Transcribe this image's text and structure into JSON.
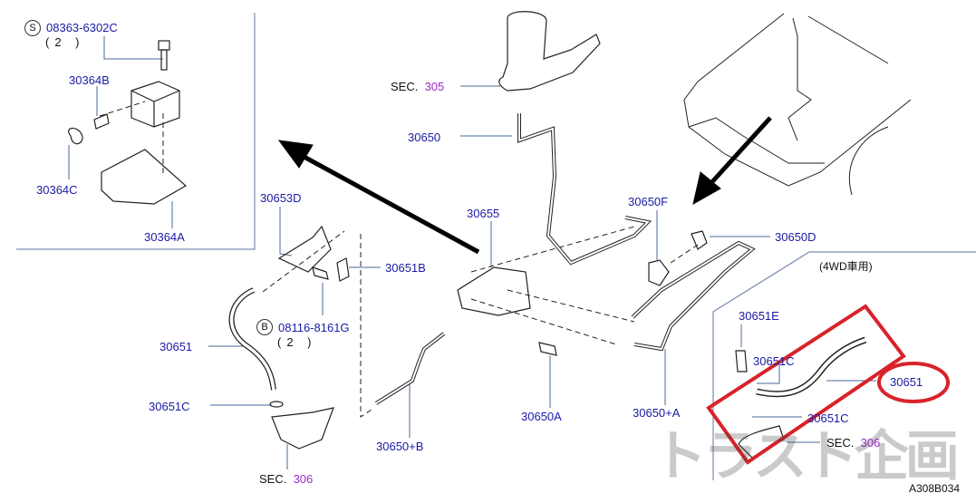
{
  "diagram": {
    "title": "Clutch hydraulic piping diagram",
    "drawing_code": "A308B034",
    "inset_4wd": {
      "note": "(4WD車用)"
    },
    "highlight": {
      "color": "#d9222a",
      "target_part": "30651"
    },
    "colors": {
      "part_number": "#1a1aa6",
      "section_ref": "#9a2cc7",
      "leader": "#4a6a9a",
      "line": "#222222"
    },
    "labels": {
      "std_s": {
        "circle": "S",
        "part": "08363-6302C",
        "qty": "(2 )"
      },
      "std_b": {
        "circle": "B",
        "part": "08116-8161G",
        "qty": "(2 )"
      },
      "p30364B": "30364B",
      "p30364C": "30364C",
      "p30364A": "30364A",
      "p30653D": "30653D",
      "p30651B": "30651B",
      "p30651_left": "30651",
      "p30651C_left": "30651C",
      "sec306_left": {
        "prefix": "SEC.",
        "num": "306"
      },
      "sec305": {
        "prefix": "SEC.",
        "num": "305"
      },
      "p30650": "30650",
      "p30655": "30655",
      "p30650F": "30650F",
      "p30650D": "30650D",
      "p30650A": "30650A",
      "p30650_A": "30650+A",
      "p30650_B": "30650+B",
      "p30651E": "30651E",
      "p30651C_r1": "30651C",
      "p30651_right": "30651",
      "p30651C_r2": "30651C",
      "sec306_right": {
        "prefix": "SEC.",
        "num": "306"
      }
    },
    "watermark": "トラスト企画"
  }
}
